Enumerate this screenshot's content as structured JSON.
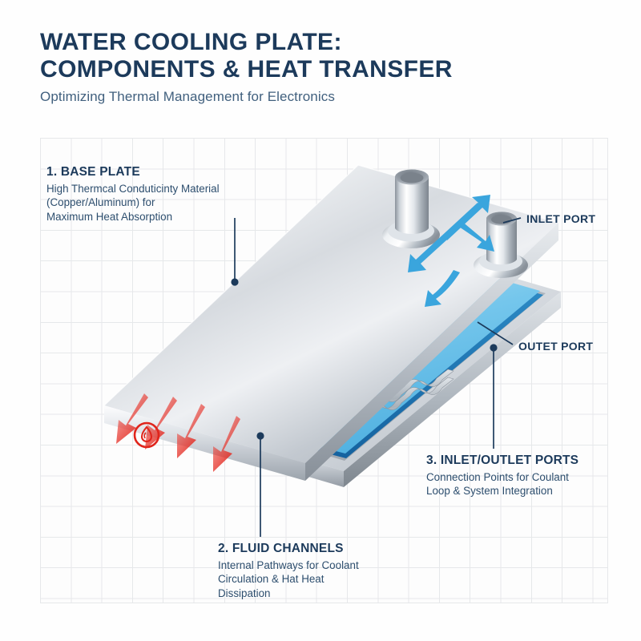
{
  "header": {
    "title_line1": "WATER COOLING PLATE:",
    "title_line2": "COMPONENTS & HEAT TRANSFER",
    "subtitle": "Optimizing Thermal Management for Electronics"
  },
  "annotations": [
    {
      "id": "base-plate",
      "title": "1. BASE PLATE",
      "body": [
        "High Thermcal Conduticinty Material",
        "(Copper/Aluminum) for",
        "Maximum Heat Absorption"
      ]
    },
    {
      "id": "fluid-channels",
      "title": "2. FLUID CHANNELS",
      "body": [
        "Internal Pathways for Coolant",
        "Circulation & Hat Heat",
        "Dissipation"
      ]
    },
    {
      "id": "inlet-outlet-ports",
      "title": "3. INLET/OUTLET PORTS",
      "body": [
        "Connection Points for Coulant",
        "Loop & System Integration"
      ]
    }
  ],
  "port_labels": {
    "inlet": "INLET PORT",
    "outlet": "OUTET PORT"
  },
  "icons": {
    "heat_flame": "flame-icon",
    "heat_arrows": "heat-arrow-icon",
    "flow_arrows": "flow-arrow-icon",
    "channel_chevrons": "flow-chevron-icon"
  },
  "colors": {
    "navy": "#1c3a5b",
    "body_text": "#2d4e6e",
    "grid_line": "#e6e8ea",
    "background": "#fefefe",
    "coolant_light": "#6cc4ec",
    "coolant_dark": "#1b74b8",
    "flow_arrow_blue": "#3aa5dd",
    "heat_red": "#e8332a",
    "metal_light": "#fbfbfc",
    "metal_mid": "#c9ced4",
    "metal_dark": "#8d959e"
  }
}
